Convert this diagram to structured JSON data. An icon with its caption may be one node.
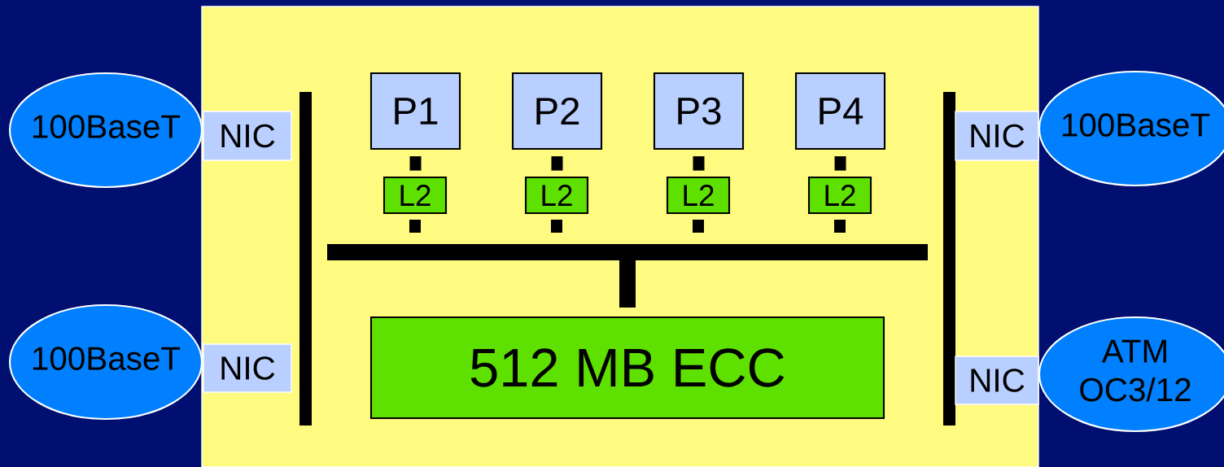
{
  "diagram": {
    "nodes": [
      {
        "text": [],
        "shape": "box"
      },
      {
        "text": [
          "P1"
        ],
        "in": 0
      },
      {
        "text": [
          "P2"
        ],
        "in": 0
      },
      {
        "text": [
          "P3"
        ],
        "in": 0
      },
      {
        "text": [
          "P4"
        ],
        "in": 0
      },
      {
        "text": [
          "L2"
        ],
        "in": 0
      },
      {
        "text": [
          "L2"
        ],
        "in": 0
      },
      {
        "text": [
          "L2"
        ],
        "in": 0
      },
      {
        "text": [
          "L2"
        ],
        "in": 0
      },
      {
        "text": [],
        "shape": "bar",
        "in": 0
      },
      {
        "text": [
          "512 MB ECC"
        ],
        "in": 0
      },
      {
        "text": [],
        "shape": "bar",
        "in": 0
      },
      {
        "text": [],
        "shape": "bar",
        "in": 0
      },
      {
        "text": [
          "NIC"
        ],
        "in": 0
      },
      {
        "text": [
          "NIC"
        ],
        "in": 0
      },
      {
        "text": [
          "NIC"
        ],
        "in": 0
      },
      {
        "text": [
          "NIC"
        ],
        "in": 0
      },
      {
        "text": [
          "100BaseT"
        ]
      },
      {
        "text": [
          "100BaseT"
        ]
      },
      {
        "text": [
          "100BaseT"
        ]
      },
      {
        "text": [
          "ATM OC3/12"
        ]
      }
    ],
    "edges": [
      {
        "from": 1,
        "to": 5,
        "arrow": "none"
      },
      {
        "from": 2,
        "to": 6,
        "arrow": "none"
      },
      {
        "from": 3,
        "to": 7,
        "arrow": "none"
      },
      {
        "from": 4,
        "to": 8,
        "arrow": "none"
      },
      {
        "from": 5,
        "to": 11,
        "arrow": "none"
      },
      {
        "from": 6,
        "to": 11,
        "arrow": "none"
      },
      {
        "from": 7,
        "to": 11,
        "arrow": "none"
      },
      {
        "from": 8,
        "to": 11,
        "arrow": "none"
      },
      {
        "from": 11,
        "to": 10,
        "arrow": "none"
      }
    ]
  }
}
